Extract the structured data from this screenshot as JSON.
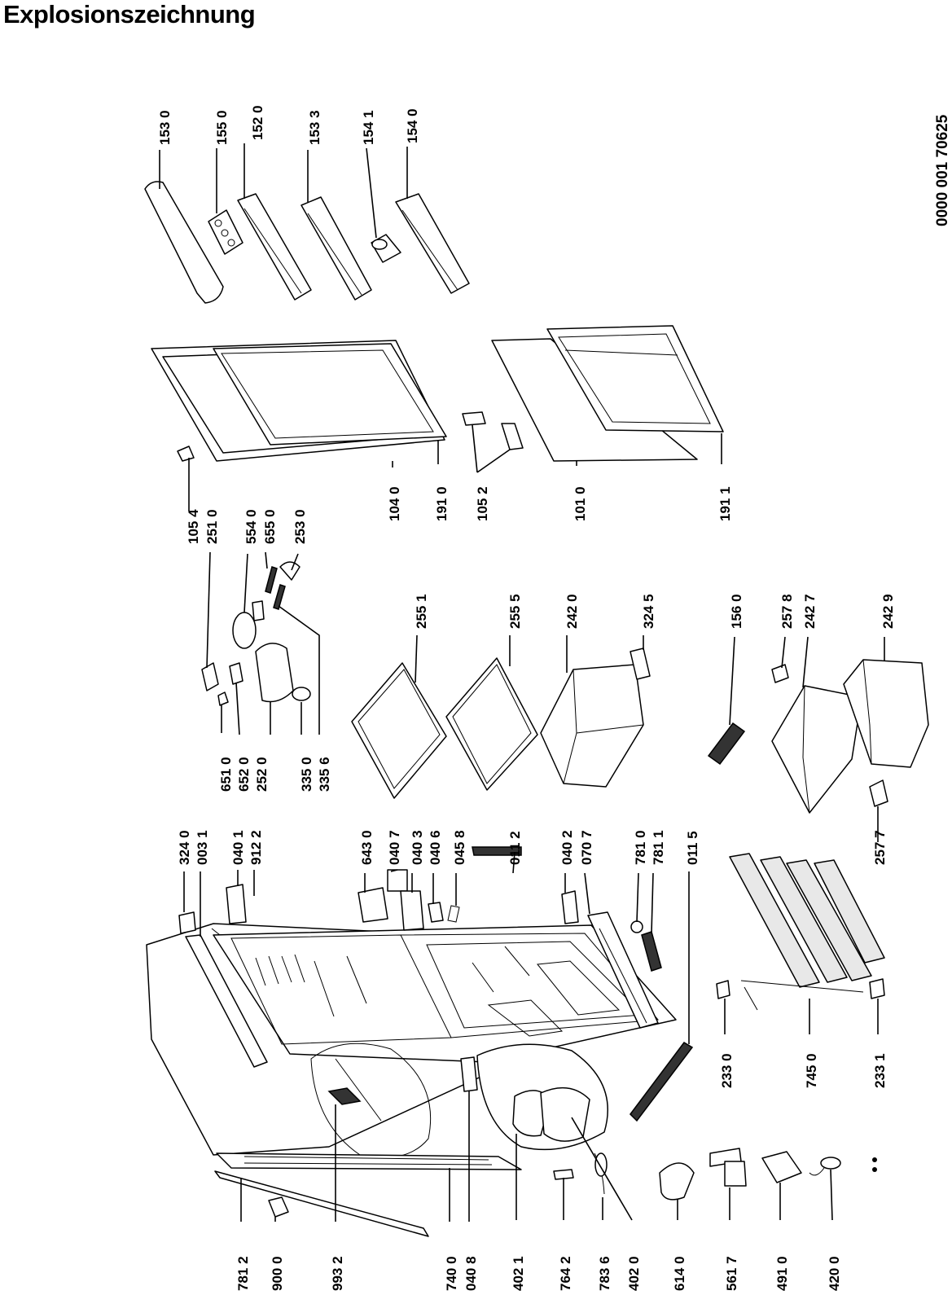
{
  "title": "Explosionszeichnung",
  "document_number": "0000 001 70625",
  "part_labels": {
    "p1530": "153 0",
    "p1550": "155 0",
    "p1520": "152 0",
    "p1533": "153 3",
    "p1541": "154 1",
    "p1540": "154 0",
    "p1054": "105 4",
    "p2510": "251 0",
    "p5540": "554 0",
    "p6550": "655 0",
    "p2530": "253 0",
    "p1040": "104 0",
    "p1910": "191 0",
    "p1052": "105 2",
    "p1010": "101 0",
    "p1911": "191 1",
    "p6510": "651 0",
    "p6520": "652 0",
    "p2520": "252 0",
    "p3350": "335 0",
    "p3356": "335 6",
    "p2551": "255 1",
    "p2555": "255 5",
    "p2420": "242 0",
    "p3245": "324 5",
    "p3240": "324 0",
    "p0031": "003 1",
    "p0401": "040 1",
    "p9122": "912 2",
    "p6430": "643 0",
    "p0407": "040 7",
    "p0403": "040 3",
    "p0406": "040 6",
    "p0458": "045 8",
    "p0112": "011 2",
    "p0402": "040 2",
    "p0707": "070 7",
    "p7810": "781 0",
    "p7811": "781 1",
    "p0115": "011 5",
    "p1560": "156 0",
    "p2578": "257 8",
    "p2427": "242 7",
    "p2429": "242 9",
    "p2577": "257 7",
    "p2330": "233 0",
    "p7450": "745 0",
    "p2331": "233 1",
    "p7812": "781 2",
    "p9000": "900 0",
    "p9932": "993 2",
    "p7400": "740 0",
    "p0408": "040 8",
    "p4021": "402 1",
    "p7642": "764 2",
    "p7836": "783 6",
    "p4020": "402 0",
    "p6140": "614 0",
    "p5617": "561 7",
    "p4910": "491 0",
    "p4200": "420 0"
  }
}
